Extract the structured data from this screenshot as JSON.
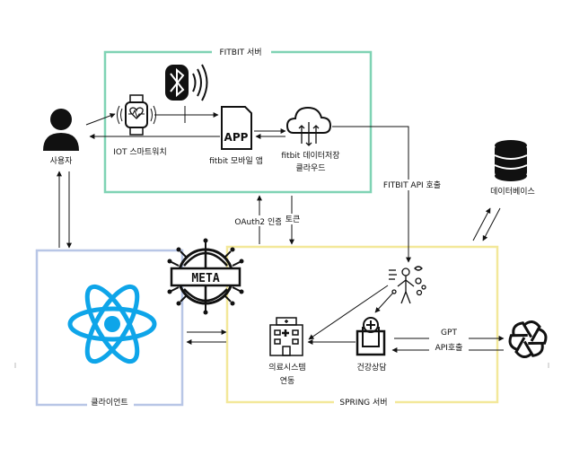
{
  "groups": {
    "fitbit_server": "FITBIT 서버",
    "spring_server": "SPRING 서버",
    "client": "클라이언트"
  },
  "nodes": {
    "user": "사용자",
    "watch": "IOT 스마트워치",
    "app_box": "APP",
    "app_label": "fitbit 모바일 앱",
    "cloud_line1": "fitbit 데이터저장",
    "cloud_line2": "클라우드",
    "database": "데이터베이스",
    "medical_line1": "의료시스템",
    "medical_line2": "연동",
    "health": "건강상담",
    "meta_logo": "META"
  },
  "edges": {
    "fitbit_api": "FITBIT API 호출",
    "oauth": "OAuth2 인증",
    "token": "토큰",
    "gpt_line1": "GPT",
    "gpt_line2": "API호출"
  },
  "colors": {
    "fitbit_border": "#7fd3b4",
    "spring_border": "#f3e89a",
    "client_border": "#b8c6e6",
    "react_blue": "#0ea5e9",
    "ink": "#111111"
  },
  "icons": [
    "user-icon",
    "smartwatch-icon",
    "bluetooth-icon",
    "app-icon",
    "cloud-icon",
    "database-icon",
    "react-logo-icon",
    "meta-logo-icon",
    "hospital-icon",
    "health-consult-icon",
    "ai-human-icon",
    "openai-logo-icon"
  ]
}
